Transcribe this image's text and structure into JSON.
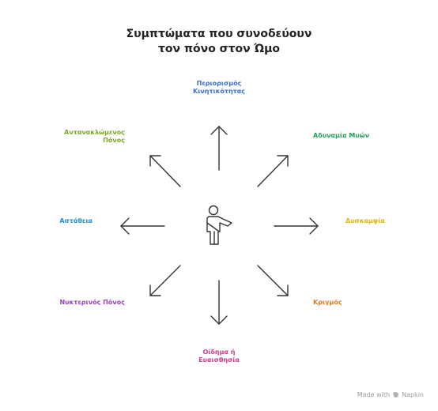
{
  "title": {
    "line1": "Συμπτώματα που συνοδεύουν",
    "line2": "τον πόνο στον Ώμο"
  },
  "labels": {
    "top": {
      "line1": "Περιορισμός",
      "line2": "Κινητικότητας",
      "color": "#3b6fd4"
    },
    "top_right": {
      "line1": "Αδυναμία Μυών",
      "color": "#22a05a"
    },
    "right": {
      "line1": "Δυσκαμψία",
      "color": "#e0b400"
    },
    "bottom_right": {
      "line1": "Κριγμός",
      "color": "#e07a1a"
    },
    "bottom": {
      "line1": "Οίδημα ή",
      "line2": "Ευαισθησία",
      "color": "#d63a8a"
    },
    "bottom_left": {
      "line1": "Νυκτερινός Πόνος",
      "color": "#9b3fc0"
    },
    "left": {
      "line1": "Αστάθεια",
      "color": "#1f8fd0"
    },
    "top_left": {
      "line1": "Αντανακλώμενος",
      "line2": "Πόνος",
      "color": "#7aa820"
    }
  },
  "center_icon": "person-with-arm-sling-icon",
  "watermark": {
    "text": "Made with",
    "brand": "Napkin",
    "icon": "napkin-logo-icon"
  }
}
